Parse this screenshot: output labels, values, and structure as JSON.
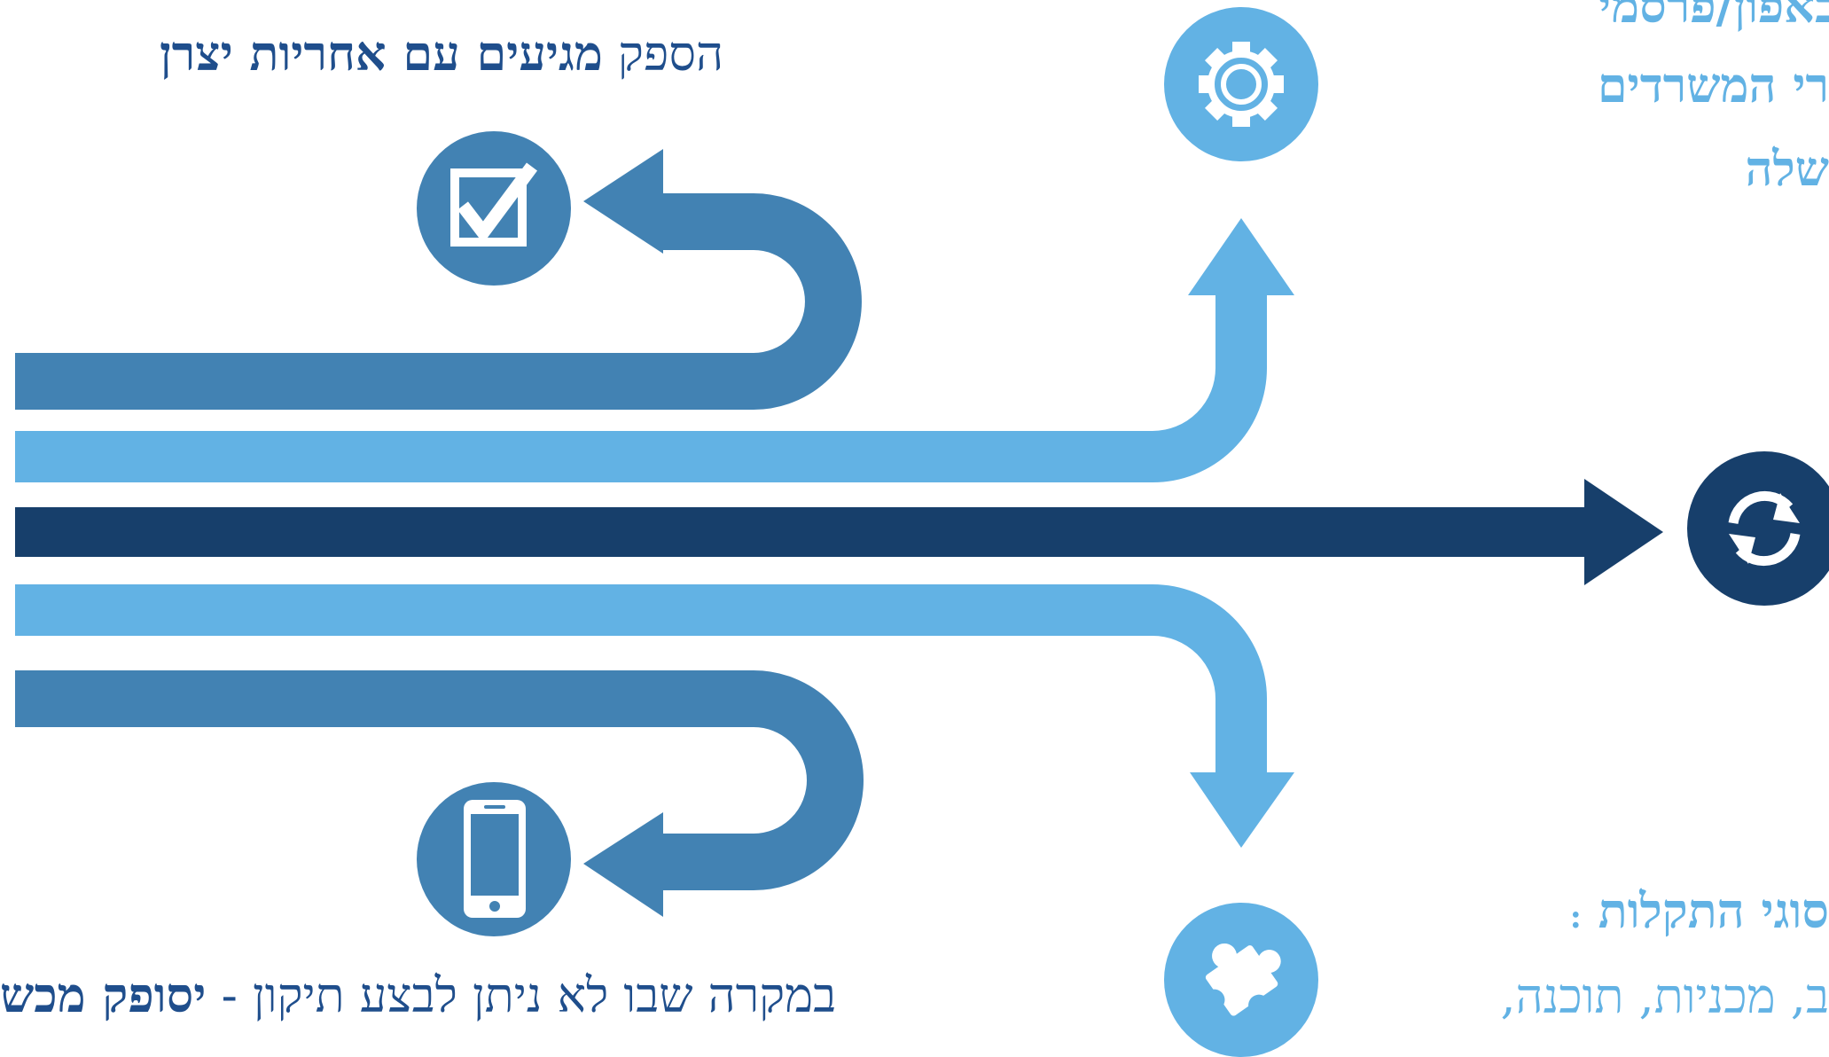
{
  "texts": {
    "top_prefix": "הספק",
    "top_bold": "מגיעים עם אחריות יצרן",
    "bottom_plain": "במקרה שבו לא ניתן לבצע תיקון -",
    "bottom_bold": "יסופק מכש",
    "right_line1": "באפון/פרסמי",
    "right_line2": "רי המשרדים",
    "right_line3": "שלה",
    "right_lower_title": "סוגי התקלות",
    "right_lower_colon": ":",
    "right_lower_items": "ב, מכניות, תוכנה,"
  },
  "colors": {
    "navy": "#173F6B",
    "mid_blue": "#4282B3",
    "light_blue": "#62B2E4",
    "white": "#FFFFFF"
  },
  "icons": {
    "checkbox": "checkbox-icon",
    "smartphone": "smartphone-icon",
    "gear": "gear-icon",
    "refresh": "refresh-icon",
    "puzzle": "puzzle-icon"
  }
}
